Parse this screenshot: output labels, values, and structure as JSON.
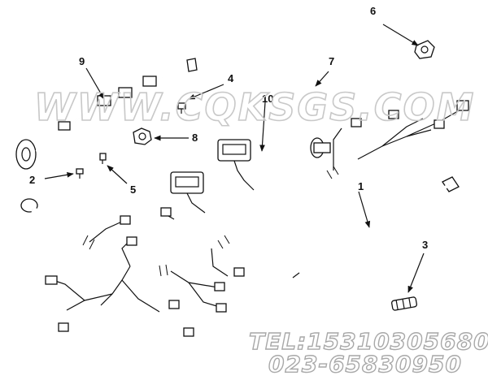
{
  "callouts": [
    "1",
    "2",
    "3",
    "4",
    "5",
    "6",
    "7",
    "8",
    "9",
    "10"
  ],
  "watermark": {
    "site": "WWW.CQKSGS.COM",
    "tel": "TEL:15310305680",
    "phone": "023-65830950"
  },
  "colors": {
    "line": "#111111",
    "watermark": "#c8c8c8",
    "background": "#ffffff"
  }
}
